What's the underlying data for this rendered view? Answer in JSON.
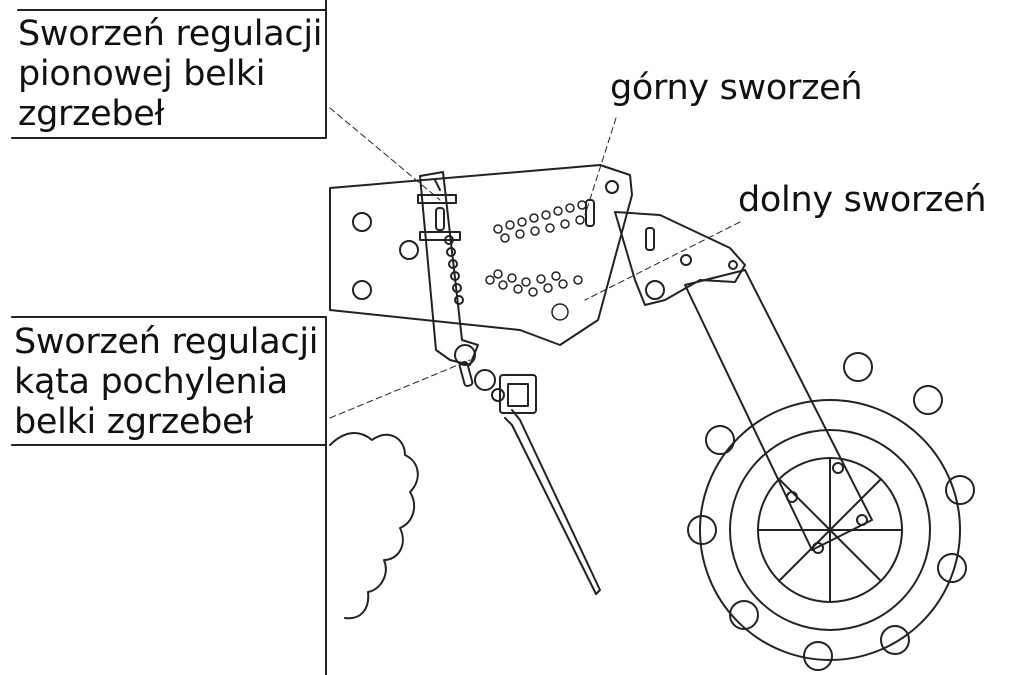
{
  "labels": {
    "vertical_pin": [
      "Sworzeń regulacji",
      "pionowej belki",
      "zgrzebeł"
    ],
    "upper_pin": "górny sworzeń",
    "lower_pin": "dolny sworzeń",
    "angle_pin": [
      "Sworzeń regulacji",
      "kąta pochylenia",
      "belki zgrzebeł"
    ]
  },
  "colors": {
    "line": "#222222",
    "background": "#ffffff"
  }
}
